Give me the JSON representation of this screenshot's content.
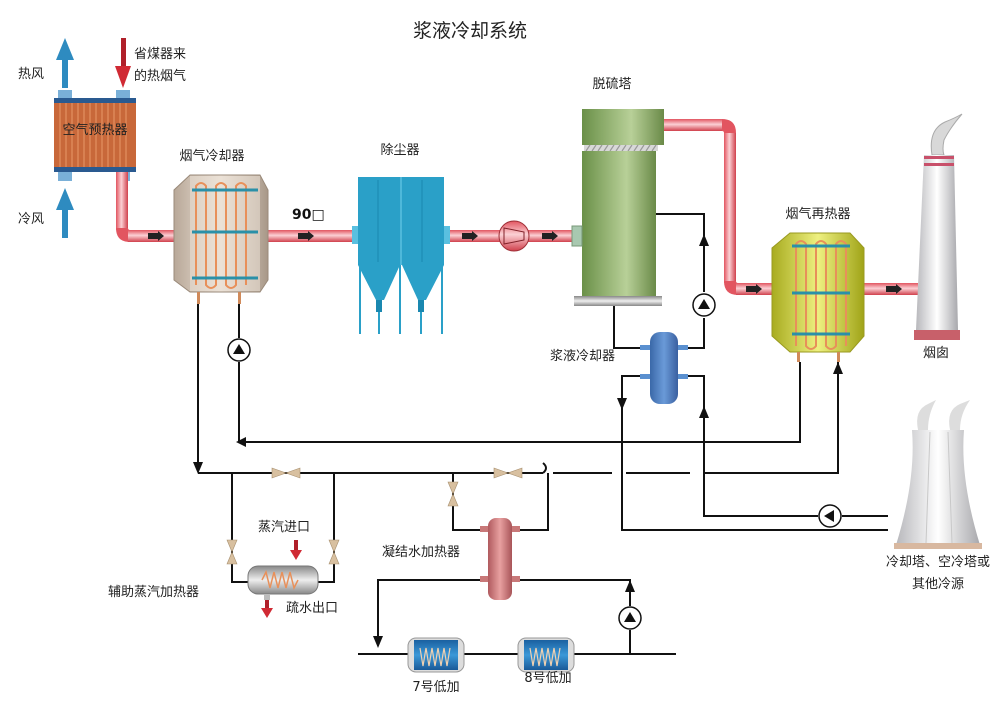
{
  "title": "浆液冷却系统",
  "labels": {
    "hot_air": "热风",
    "cold_air": "冷风",
    "economizer_flue_gas_line1": "省煤器来",
    "economizer_flue_gas_line2": "的热烟气",
    "air_preheater": "空气预热器",
    "flue_gas_cooler": "烟气冷却器",
    "temperature": "90□",
    "dust_collector": "除尘器",
    "desulfurization_tower": "脱硫塔",
    "flue_gas_reheater": "烟气再热器",
    "chimney": "烟囱",
    "slurry_cooler": "浆液冷却器",
    "cooling_tower_line1": "冷却塔、空冷塔或",
    "cooling_tower_line2": "其他冷源",
    "steam_inlet": "蒸汽进口",
    "drain_outlet": "疏水出口",
    "aux_steam_heater": "辅助蒸汽加热器",
    "condensate_heater": "凝结水加热器",
    "lp_heater_7": "7号低加",
    "lp_heater_8": "8号低加"
  },
  "colors": {
    "flue_pipe": "#e8606a",
    "air_arrow": "#2e8bc0",
    "hot_gas_arrow": "#c8202a",
    "preheater": "#c8683a",
    "dust_collector": "#2aa0c8",
    "tower": "#8fb46a",
    "reheater": "#c8d040",
    "slurry_cooler": "#4a80c0",
    "condensate_heater": "#c87878",
    "lp_heater": "#2a80c0",
    "water_line": "#111111"
  }
}
